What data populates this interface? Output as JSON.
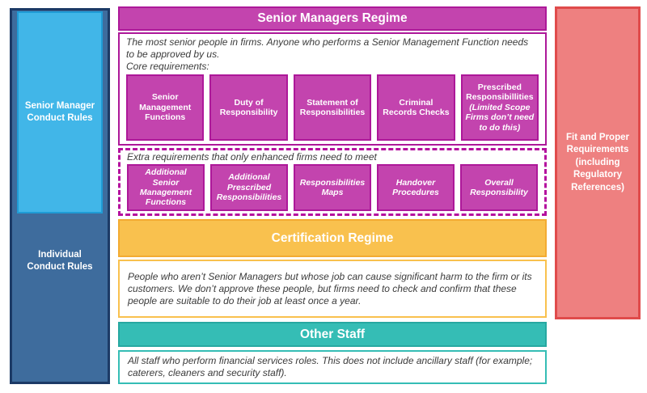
{
  "palette": {
    "magenta": "#c344ae",
    "magenta_border": "#ad1899",
    "yellow": "#f9c14e",
    "yellow_border": "#f3ab32",
    "teal": "#35bdb5",
    "light_blue": "#41b6e8",
    "steel_blue": "#3e6c9d",
    "navy_border": "#1c3a66",
    "red": "#ee8080",
    "red_border": "#e04b4b",
    "text_dark": "#3b3b3b"
  },
  "left_panel": {
    "inner_label": "Senior Manager Conduct Rules",
    "outer_label": "Individual Conduct Rules"
  },
  "right_panel": {
    "label": "Fit and Proper Requirements (including Regulatory References)"
  },
  "smr": {
    "title": "Senior Managers Regime",
    "description": "The most senior people in firms. Anyone who performs a Senior Management Function needs to be approved by us.",
    "core_label": "Core requirements:",
    "core_boxes": [
      {
        "label": "Senior Management Functions",
        "note": ""
      },
      {
        "label": "Duty of Responsibility",
        "note": ""
      },
      {
        "label": "Statement of Responsibilities",
        "note": ""
      },
      {
        "label": "Criminal Records Checks",
        "note": ""
      },
      {
        "label": "Prescribed Responsibillities",
        "note": "(Limited Scope Firms don’t need to do this)"
      }
    ],
    "extra_label": "Extra requirements that only enhanced firms need to meet",
    "extra_boxes": [
      {
        "label": "Additional Senior Management Functions"
      },
      {
        "label": "Additional Prescribed Responsibilities"
      },
      {
        "label": "Responsibilities Maps"
      },
      {
        "label": "Handover Procedures"
      },
      {
        "label": "Overall Responsibility"
      }
    ]
  },
  "certification": {
    "title": "Certification Regime",
    "description": "People who aren’t Senior Managers but whose job can cause significant harm to the firm or its customers. We don’t approve these people, but firms need to check and confirm that these people are suitable to do their job at least once a year."
  },
  "other_staff": {
    "title": "Other Staff",
    "description": "All staff who perform financial services roles. This does not include ancillary staff (for example; caterers, cleaners and security staff)."
  }
}
